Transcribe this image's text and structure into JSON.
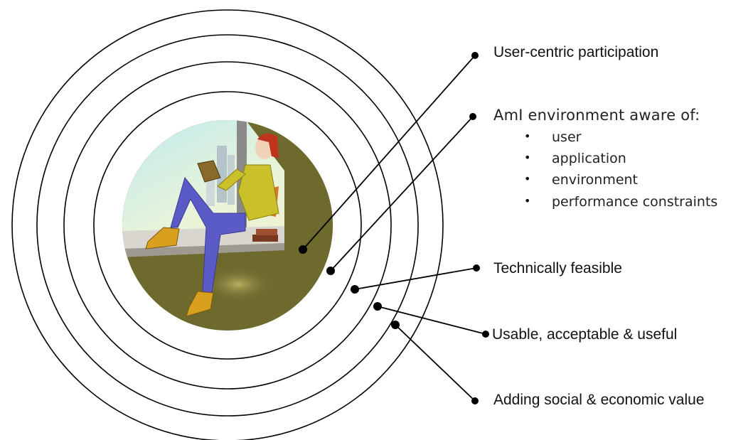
{
  "labels": {
    "user_centric": "User-centric participation",
    "aml_aware": "AmI environment aware of:",
    "technically_feasible": "Technically feasible",
    "usable": "Usable, acceptable & useful",
    "social_value": "Adding social & economic value"
  },
  "aware_items": [
    "user",
    "application",
    "environment",
    "performance constraints"
  ],
  "bullet_glyph": "•",
  "colors": {
    "line": "#000000",
    "sky": "#cfeef0",
    "floor": "#6e6a2e",
    "pants": "#5b5bc8",
    "shirt": "#c9c02a",
    "hair": "#c0341e"
  },
  "icons": [
    "illustration-reading-woman"
  ]
}
